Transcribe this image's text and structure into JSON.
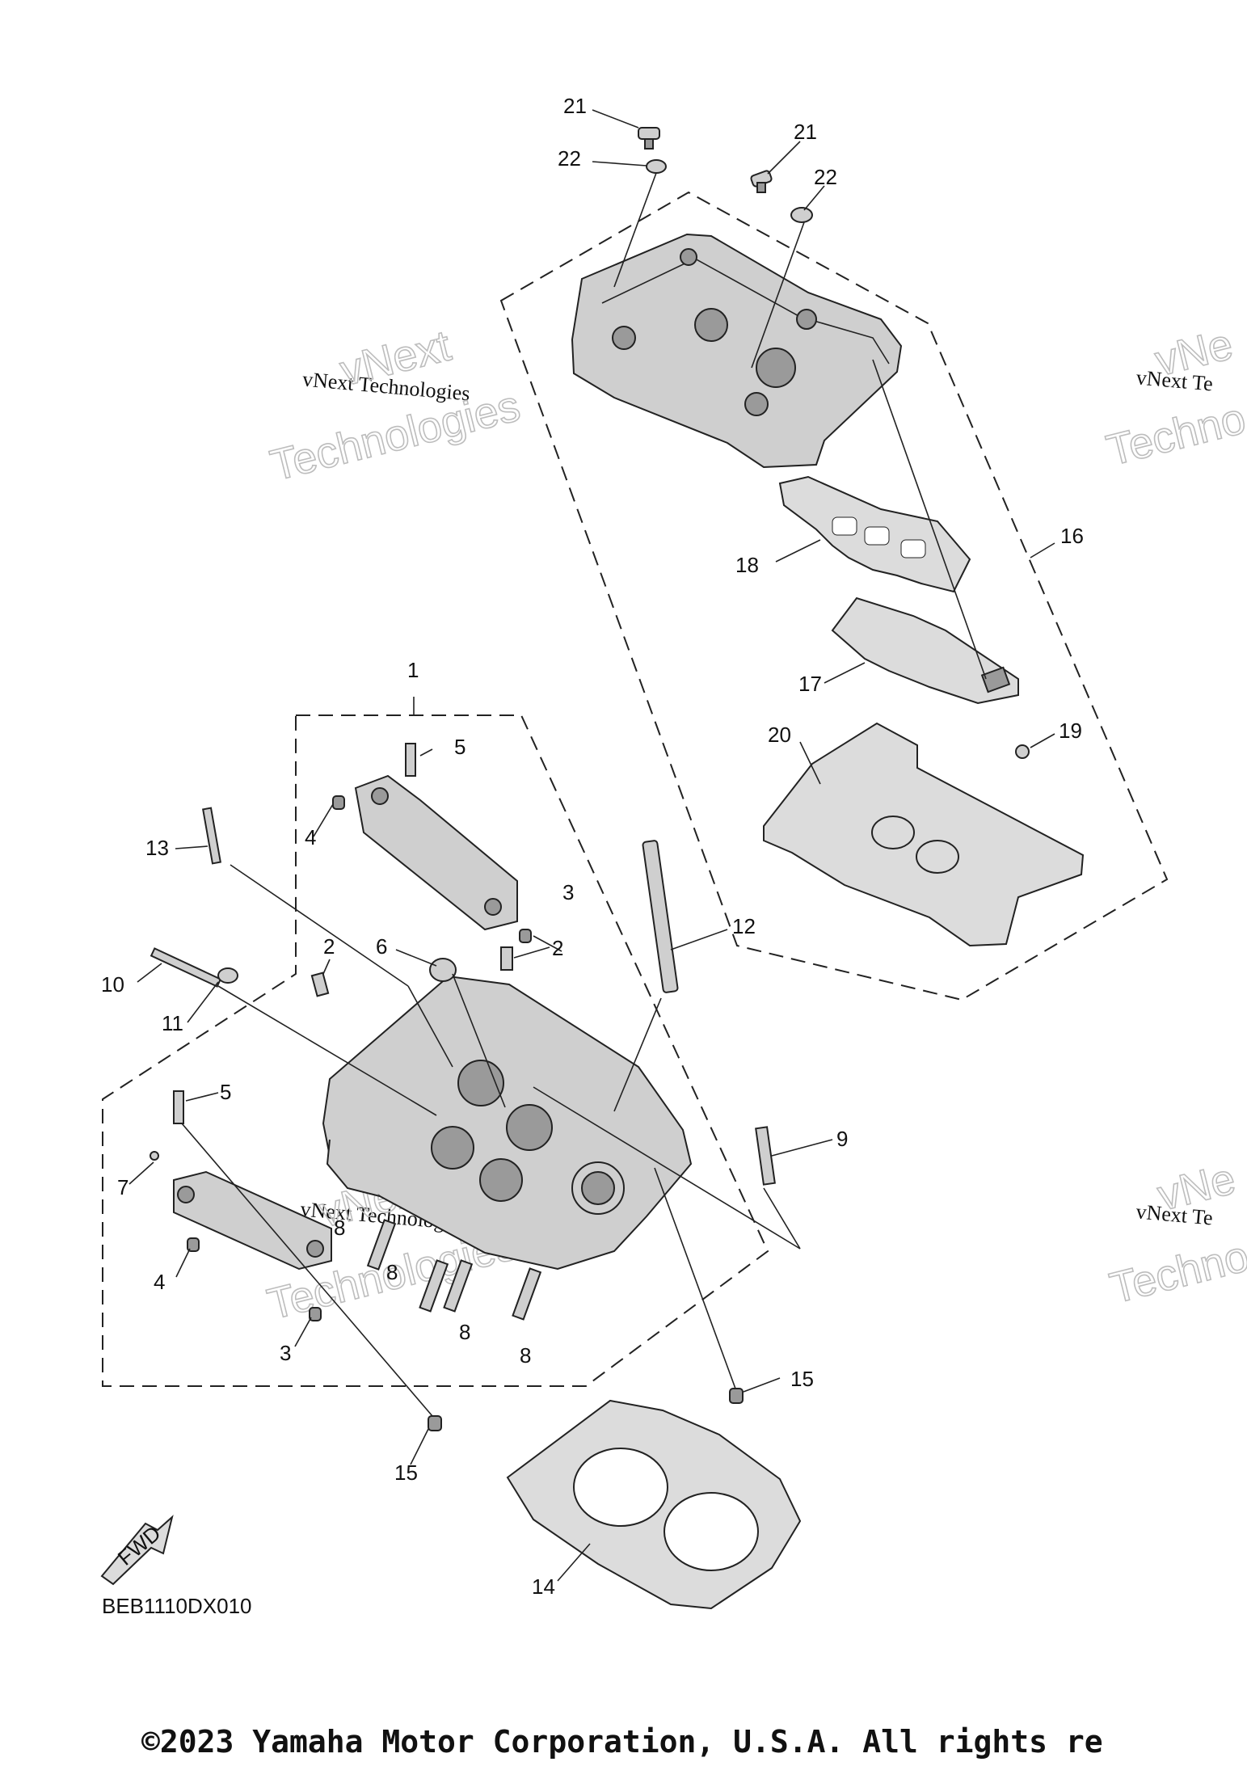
{
  "diagram": {
    "drawing_code": "BEB1110DX010",
    "direction_badge": "FWD",
    "copyright": "©2023 Yamaha Motor Corporation, U.S.A. All rights re",
    "watermarks": [
      {
        "line1": "vNext Technologies",
        "logo_line1": "vNext",
        "logo_line2": "Technologies"
      },
      {
        "line1": "vNext Te",
        "logo_line1": "vNe",
        "logo_line2": "Techno"
      },
      {
        "line1": "vNext Technologies",
        "logo_line1": "vNext",
        "logo_line2": "Technologies"
      },
      {
        "line1": "vNext Te",
        "logo_line1": "vNe",
        "logo_line2": "Techno"
      }
    ],
    "callouts": [
      {
        "id": "c21a",
        "label": "21"
      },
      {
        "id": "c22a",
        "label": "22"
      },
      {
        "id": "c21b",
        "label": "21"
      },
      {
        "id": "c22b",
        "label": "22"
      },
      {
        "id": "c16",
        "label": "16"
      },
      {
        "id": "c18",
        "label": "18"
      },
      {
        "id": "c17",
        "label": "17"
      },
      {
        "id": "c19",
        "label": "19"
      },
      {
        "id": "c20",
        "label": "20"
      },
      {
        "id": "c1",
        "label": "1"
      },
      {
        "id": "c5a",
        "label": "5"
      },
      {
        "id": "c4a",
        "label": "4"
      },
      {
        "id": "c13",
        "label": "13"
      },
      {
        "id": "c3a",
        "label": "3"
      },
      {
        "id": "c6",
        "label": "6"
      },
      {
        "id": "c2a",
        "label": "2"
      },
      {
        "id": "c12",
        "label": "12"
      },
      {
        "id": "c2b",
        "label": "2"
      },
      {
        "id": "c10",
        "label": "10"
      },
      {
        "id": "c11",
        "label": "11"
      },
      {
        "id": "c5b",
        "label": "5"
      },
      {
        "id": "c9",
        "label": "9"
      },
      {
        "id": "c7",
        "label": "7"
      },
      {
        "id": "c8a",
        "label": "8"
      },
      {
        "id": "c8b",
        "label": "8"
      },
      {
        "id": "c8c",
        "label": "8"
      },
      {
        "id": "c8d",
        "label": "8"
      },
      {
        "id": "c4b",
        "label": "4"
      },
      {
        "id": "c3b",
        "label": "3"
      },
      {
        "id": "c15a",
        "label": "15"
      },
      {
        "id": "c15b",
        "label": "15"
      },
      {
        "id": "c14",
        "label": "14"
      }
    ]
  }
}
